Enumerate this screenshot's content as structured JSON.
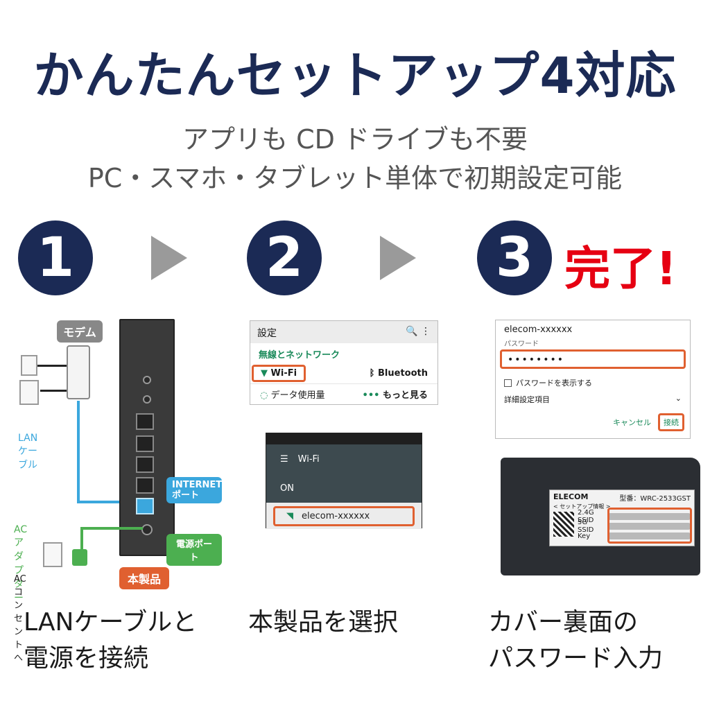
{
  "title": "かんたんセットアップ4対応",
  "subtitle_line1": "アプリも CD ドライブも不要",
  "subtitle_line2": "PC・スマホ・タブレット単体で初期設定可能",
  "steps": [
    {
      "number": "1",
      "caption_line1": "LANケーブルと",
      "caption_line2": "電源を接続"
    },
    {
      "number": "2",
      "caption_line1": "本製品を選択"
    },
    {
      "number": "3",
      "caption_line1": "カバー裏面の",
      "caption_line2": "パスワード入力"
    }
  ],
  "done_label": "完了!",
  "panel1": {
    "modem_tag": "モデム",
    "lan_cable": "LANケーブル",
    "internet_port": "INTERNET\nポート",
    "ac_adapter": "ACアダプター",
    "power_port": "電源ポート",
    "ac_outlet": "ACコンセントへ",
    "product_tag": "本製品"
  },
  "panel2": {
    "settings_title": "設定",
    "section_label": "無線とネットワーク",
    "wifi_label": "Wi-Fi",
    "bluetooth_label": "Bluetooth",
    "data_usage_label": "データ使用量",
    "more_label": "もっと見る",
    "phone_title": "Wi-Fi",
    "phone_on": "ON",
    "network_name": "elecom-xxxxxx"
  },
  "panel3": {
    "network_name": "elecom-xxxxxx",
    "password_label": "パスワード",
    "password_value": "••••••••",
    "show_password": "パスワードを表示する",
    "advanced": "詳細設定項目",
    "cancel": "キャンセル",
    "connect": "接続",
    "brand": "ELECOM",
    "model": "型番：WRC-2533GST",
    "setup_info": "< セットアップ情報 >",
    "ssid_24": "2.4G SSID",
    "ssid_5": "5G SSID",
    "key": "Key"
  },
  "colors": {
    "navy": "#1b2a55",
    "red": "#e60012",
    "orange": "#e06030",
    "blue": "#3ba7dd",
    "green": "#4caf50"
  }
}
